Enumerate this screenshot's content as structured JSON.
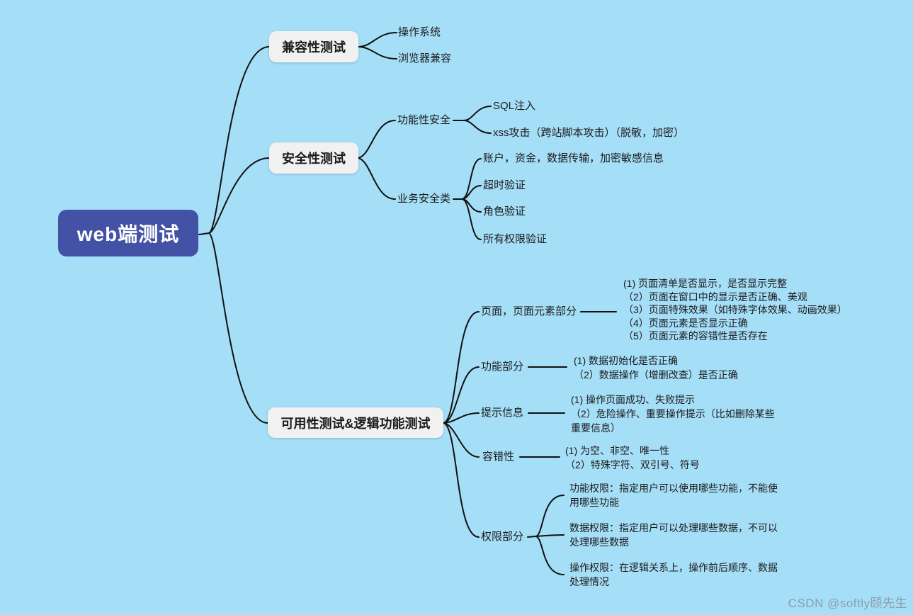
{
  "root": {
    "label": "web端测试"
  },
  "branches": {
    "compat": {
      "label": "兼容性测试",
      "children": [
        "操作系统",
        "浏览器兼容"
      ]
    },
    "security": {
      "label": "安全性测试",
      "functional": {
        "label": "功能性安全",
        "items": [
          "SQL注入",
          "xss攻击（跨站脚本攻击）（脱敏，加密）"
        ]
      },
      "business": {
        "label": "业务安全类",
        "items": [
          "账户，资金，数据传输，加密敏感信息",
          "超时验证",
          "角色验证",
          "所有权限验证"
        ]
      }
    },
    "usability": {
      "label": "可用性测试&逻辑功能测试",
      "page": {
        "label": "页面，页面元素部分",
        "lines": [
          "(1) 页面清单是否显示，是否显示完整",
          "（2）页面在窗口中的显示是否正确、美观",
          "（3）页面特殊效果（如特殊字体效果、动画效果）",
          "（4）页面元素是否显示正确",
          "（5）页面元素的容错性是否存在"
        ]
      },
      "function": {
        "label": "功能部分",
        "lines": [
          "(1) 数据初始化是否正确",
          "（2）数据操作（增删改查）是否正确"
        ]
      },
      "hint": {
        "label": "提示信息",
        "lines": [
          "(1) 操作页面成功、失败提示",
          "（2）危险操作、重要操作提示（比如删除某些",
          "重要信息）"
        ]
      },
      "fault": {
        "label": "容错性",
        "lines": [
          "(1) 为空、非空、唯一性",
          "（2）特殊字符、双引号、符号"
        ]
      },
      "permission": {
        "label": "权限部分",
        "func_perm": {
          "lines": [
            "功能权限：指定用户可以使用哪些功能，不能使",
            "用哪些功能"
          ]
        },
        "data_perm": {
          "lines": [
            "数据权限：指定用户可以处理哪些数据，不可以",
            "处理哪些数据"
          ]
        },
        "op_perm": {
          "lines": [
            "操作权限：在逻辑关系上，操作前后顺序、数据",
            "处理情况"
          ]
        }
      }
    }
  },
  "watermark": "CSDN @softly颐先生",
  "colors": {
    "background": "#A5DEF7",
    "root_fill": "#4352A5",
    "root_text": "#FFFFFF",
    "branch_fill": "#F1F1F1",
    "text": "#1B1B1B",
    "line": "#111111",
    "watermark": "#8C9EAC"
  }
}
